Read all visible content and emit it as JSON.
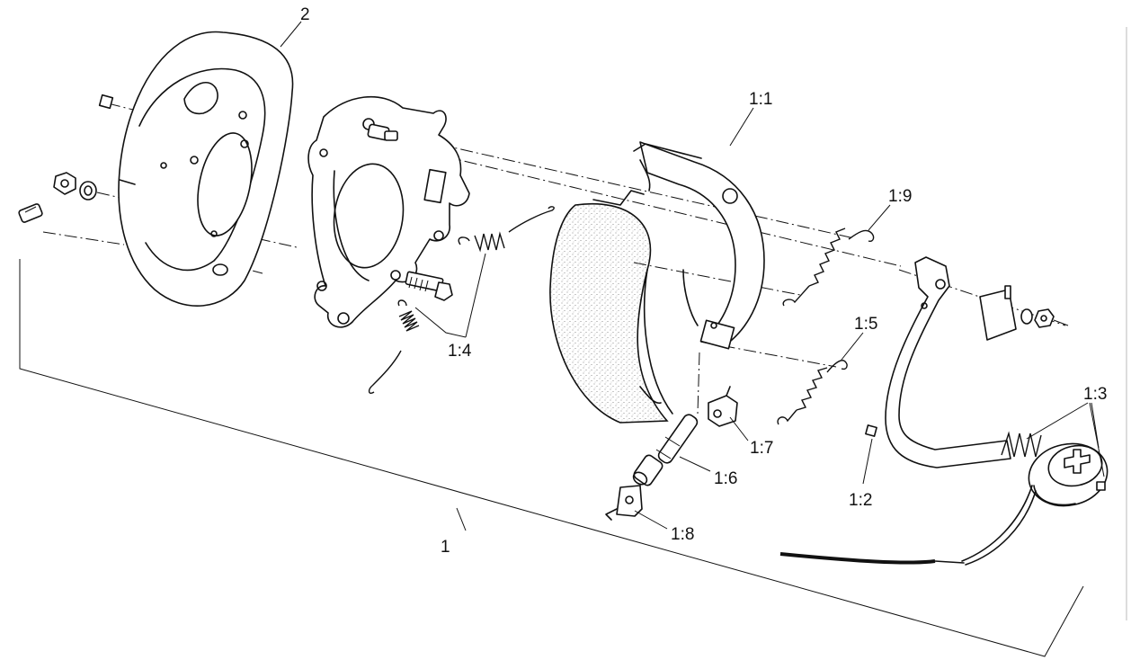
{
  "callouts": {
    "assembly": "1",
    "backing_plate": "2",
    "shoe_lining": "1:1",
    "clip": "1:2",
    "magnet": "1:3",
    "hold_down_springs": "1:4",
    "shoe_spring": "1:5",
    "adjuster": "1:6",
    "adjuster_clip": "1:7",
    "adjuster_spring_clip": "1:8",
    "retracting_spring": "1:9"
  },
  "colors": {
    "line": "#111111",
    "lining_stipple": "#777777",
    "background": "#ffffff"
  }
}
